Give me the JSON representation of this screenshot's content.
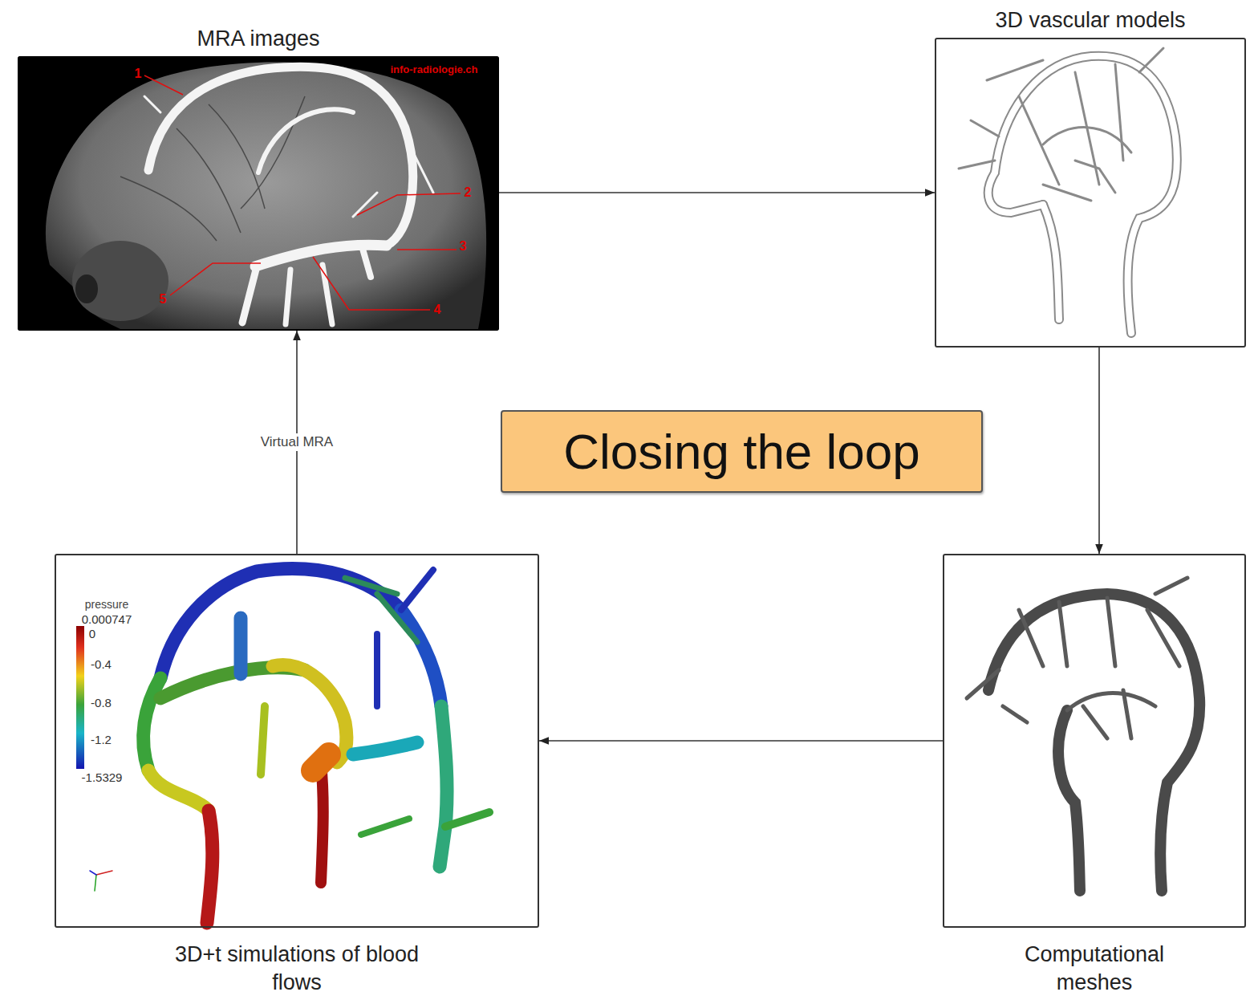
{
  "diagram": {
    "nodes": [
      {
        "text": [
          "MRA images"
        ]
      },
      {
        "text": [
          "3D vascular models"
        ]
      },
      {
        "text": [
          "Closing the loop"
        ]
      },
      {
        "text": [
          "3D+t simulations of blood flows"
        ]
      },
      {
        "text": [
          "Computational meshes"
        ]
      }
    ],
    "edges": [
      {
        "from": 0,
        "to": 1,
        "arrow": "to"
      },
      {
        "from": 1,
        "to": 4,
        "arrow": "to"
      },
      {
        "from": 4,
        "to": 3,
        "arrow": "to"
      },
      {
        "from": 3,
        "to": 0,
        "label": "Virtual MRA",
        "arrow": "to"
      }
    ],
    "labels": [
      "1",
      "2",
      "3",
      "4",
      "5",
      "info-radiologie.ch",
      "pressure",
      "0.000747",
      "0",
      "-0.4",
      "-0.8",
      "-1.2",
      "-1.5329"
    ]
  }
}
